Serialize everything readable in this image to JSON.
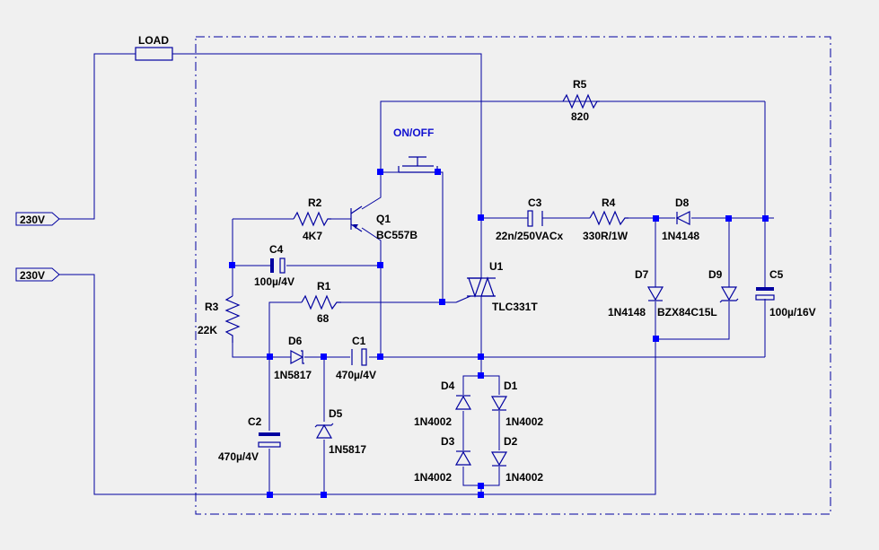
{
  "colors": {
    "wire": "#0000a0",
    "node": "#0000ff",
    "background": "#f0f0f0",
    "switch_label": "#1010d0"
  },
  "ports": {
    "top": "230V",
    "bottom": "230V"
  },
  "components": {
    "load": {
      "ref": "LOAD"
    },
    "r5": {
      "ref": "R5",
      "value": "820"
    },
    "switch": {
      "label": "ON/OFF"
    },
    "r2": {
      "ref": "R2",
      "value": "4K7"
    },
    "q1": {
      "ref": "Q1",
      "value": "BC557B"
    },
    "c4": {
      "ref": "C4",
      "value": "100µ/4V"
    },
    "r1": {
      "ref": "R1",
      "value": "68"
    },
    "r3": {
      "ref": "R3",
      "value": "22K"
    },
    "d6": {
      "ref": "D6",
      "value": "1N5817"
    },
    "c1": {
      "ref": "C1",
      "value": "470µ/4V"
    },
    "c2": {
      "ref": "C2",
      "value": "470µ/4V"
    },
    "d5": {
      "ref": "D5",
      "value": "1N5817"
    },
    "c3": {
      "ref": "C3",
      "value": "22n/250VACx"
    },
    "r4": {
      "ref": "R4",
      "value": "330R/1W"
    },
    "d8": {
      "ref": "D8",
      "value": "1N4148"
    },
    "d7": {
      "ref": "D7",
      "value": "1N4148"
    },
    "d9": {
      "ref": "D9",
      "value": "BZX84C15L"
    },
    "c5": {
      "ref": "C5",
      "value": "100µ/16V"
    },
    "u1": {
      "ref": "U1",
      "value": "TLC331T"
    },
    "d1": {
      "ref": "D1",
      "value": "1N4002"
    },
    "d2": {
      "ref": "D2",
      "value": "1N4002"
    },
    "d3": {
      "ref": "D3",
      "value": "1N4002"
    },
    "d4": {
      "ref": "D4",
      "value": "1N4002"
    }
  }
}
